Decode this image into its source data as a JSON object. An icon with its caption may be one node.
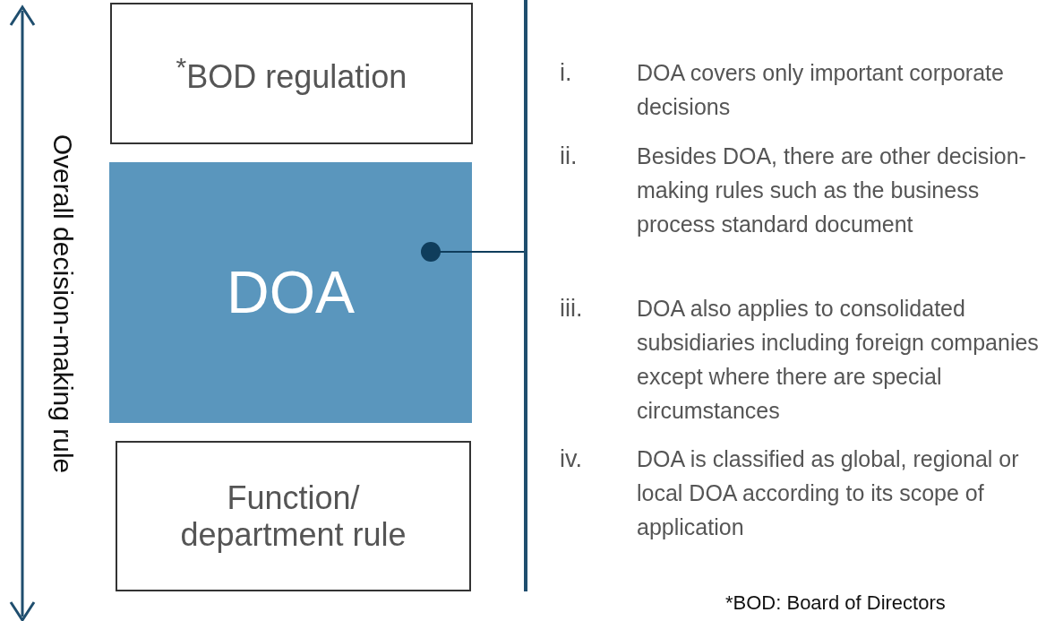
{
  "diagram": {
    "nodes": [
      {
        "text": [
          "$^{*}$BOD regulation"
        ]
      },
      {
        "text": [
          "DOA"
        ]
      },
      {
        "text": [
          "Function/ department rule"
        ]
      }
    ],
    "edges": [
      {
        "from": null,
        "to": 1,
        "arrow": "other"
      }
    ],
    "labels": [
      "Overall decision-making rule",
      "i.",
      "DOA covers only important corporate decisions",
      "ii.",
      "Besides DOA, there are other decision-making rules such as the business process standard document",
      "iii.",
      "DOA also applies to consolidated subsidiaries including foreign companies except where there are special circumstances",
      "iv.",
      "DOA is classified as global, regional or local DOA according to its scope of application",
      "*BOD: Board of Directors"
    ]
  }
}
